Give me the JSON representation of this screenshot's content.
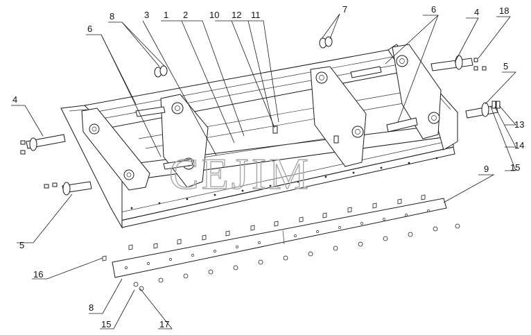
{
  "watermark": "CEJIM",
  "callouts": [
    {
      "id": "c-1",
      "label": "1"
    },
    {
      "id": "c-2",
      "label": "2"
    },
    {
      "id": "c-3",
      "label": "3"
    },
    {
      "id": "c-4a",
      "label": "4"
    },
    {
      "id": "c-4b",
      "label": "4"
    },
    {
      "id": "c-5a",
      "label": "5"
    },
    {
      "id": "c-5b",
      "label": "5"
    },
    {
      "id": "c-6a",
      "label": "6"
    },
    {
      "id": "c-6b",
      "label": "6"
    },
    {
      "id": "c-7",
      "label": "7"
    },
    {
      "id": "c-8a",
      "label": "8"
    },
    {
      "id": "c-8b",
      "label": "8"
    },
    {
      "id": "c-9",
      "label": "9"
    },
    {
      "id": "c-10",
      "label": "10"
    },
    {
      "id": "c-11",
      "label": "11"
    },
    {
      "id": "c-12",
      "label": "12"
    },
    {
      "id": "c-13",
      "label": "13"
    },
    {
      "id": "c-14",
      "label": "14"
    },
    {
      "id": "c-15a",
      "label": "15"
    },
    {
      "id": "c-15b",
      "label": "15"
    },
    {
      "id": "c-16",
      "label": "16"
    },
    {
      "id": "c-17",
      "label": "17"
    },
    {
      "id": "c-18",
      "label": "18"
    }
  ]
}
